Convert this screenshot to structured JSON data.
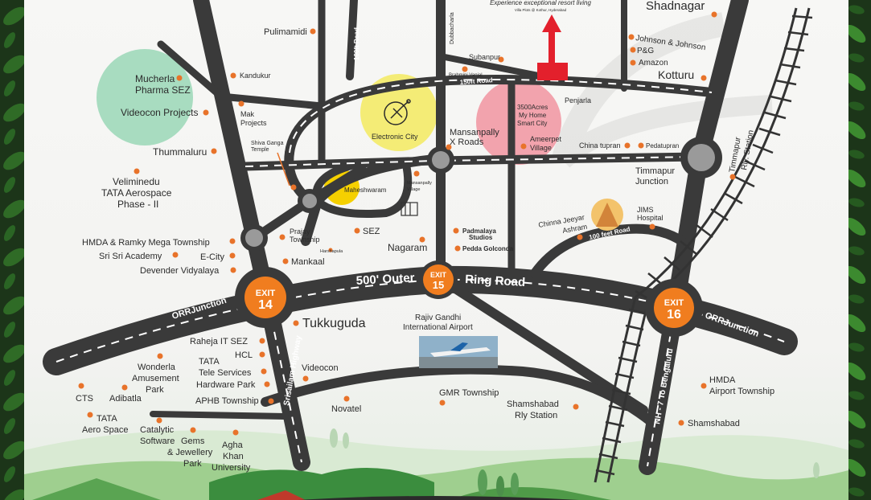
{
  "tagline": "Experience exceptional resort living",
  "tagline_sub": "Villa Plots @ Kothur, Hyderabad",
  "roads": {
    "orr_outer": "500' Outer",
    "orr_ring": "Ring Road",
    "orr_junction": "ORRJunction",
    "srisailam": "Srisailam Highway",
    "nh7": "NH - 7 To Bengaluru",
    "road_100ft_left": "100ft Road",
    "road_150ft": "150ft Road",
    "road_100ft_right": "100 feet Road",
    "dubbacharla": "Dubbacharla",
    "rly_station": "Timmapur Rly. Station"
  },
  "exits": [
    {
      "word": "EXIT",
      "num": "14"
    },
    {
      "word": "EXIT",
      "num": "15"
    },
    {
      "word": "EXIT",
      "num": "16"
    }
  ],
  "places": {
    "shadnagar": "Shadnagar",
    "pulimamidi": "Pulimamidi",
    "kandukur": "Kandukur",
    "mucherla": "Mucherla",
    "pharma_sez": "Pharma SEZ",
    "videocon_projects": "Videocon Projects",
    "mak1": "Mak",
    "mak2": "Projects",
    "thummaluru": "Thummaluru",
    "shiva1": "Shiva Ganga",
    "shiva2": "Temple",
    "velim1": "Veliminedu",
    "velim2": "TATA Aerospace",
    "velim3": "Phase - II",
    "electronic_city": "Electronic City",
    "maheshwaram": "Maheshwaram",
    "mansan1": "Mansanpally",
    "mansan2": "X Roads",
    "mansanv1": "Mansanpally",
    "mansanv2": "Village",
    "subanpur": "Subanpur",
    "brahmini": "Brahmini Vanjal",
    "johnson": "Johnson & Johnson",
    "pg": "P&G",
    "amazon": "Amazon",
    "kotturu": "Kotturu",
    "penjarla": "Penjarla",
    "smart1": "3500Acres",
    "smart2": "My Home",
    "smart3": "Smart City",
    "ameerpet1": "Ameerpet",
    "ameerpet2": "Village",
    "china_tupran": "China tupran",
    "pedatupran": "Pedatupran",
    "timmapur1": "Timmapur",
    "timmapur2": "Junction",
    "jims1": "JIMS",
    "jims2": "Hospital",
    "chinna1": "Chinna Jeeyar",
    "chinna2": "Ashram",
    "hmda_ramky": "HMDA & Ramky Mega Township",
    "sri_sri": "Sri Sri Academy",
    "ecity": "E-City",
    "devender": "Devender Vidyalaya",
    "prajay1": "Prajay",
    "prajay2": "Township",
    "harshapula": "Harshapula",
    "mankaal": "Mankaal",
    "sez": "SEZ",
    "nagaram": "Nagaram",
    "padma1": "Padmalaya",
    "padma2": "Studios",
    "pedda": "Pedda Golconda",
    "tukkuguda": "Tukkuguda",
    "airport1": "Rajiv Gandhi",
    "airport2": "International Airport",
    "raheja": "Raheja IT SEZ",
    "hcl": "HCL",
    "tata_tele1": "TATA",
    "tata_tele2": "Tele Services",
    "hardware": "Hardware Park",
    "aphb": "APHB Township",
    "wonder1": "Wonderla",
    "wonder2": "Amusement",
    "wonder3": "Park",
    "cts": "CTS",
    "adibatla": "Adibatla",
    "tata_aero1": "TATA",
    "tata_aero2": "Aero Space",
    "catalytic1": "Catalytic",
    "catalytic2": "Software",
    "gems1": "Gems",
    "gems2": "& Jewellery",
    "gems3": "Park",
    "agha1": "Agha",
    "agha2": "Khan",
    "agha3": "University",
    "videocon": "Videocon",
    "novatel": "Novatel",
    "gmr": "GMR Township",
    "sham_rly1": "Shamshabad",
    "sham_rly2": "Rly Station",
    "hmda_air1": "HMDA",
    "hmda_air2": "Airport Township",
    "shamshabad": "Shamshabad"
  },
  "colors": {
    "road": "#3a3a3a",
    "dot": "#e8732a",
    "exit": "#f07d1f",
    "junction": "#9a9a9a",
    "zone_green": "#a8dcc0",
    "zone_yellow": "#f4ec76",
    "zone_pink": "#f2a3ad",
    "arrow": "#e3202c"
  }
}
